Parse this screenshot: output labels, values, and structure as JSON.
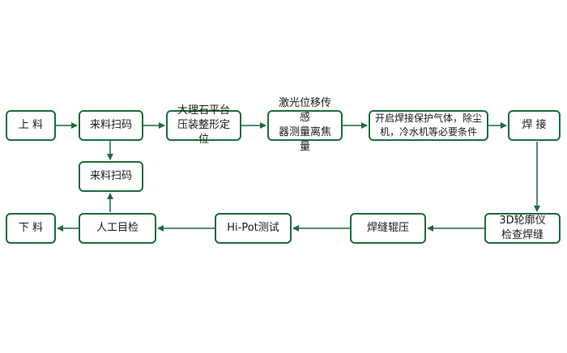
{
  "colors": {
    "border": "#1f6b3d",
    "arrow": "#1f6b3d",
    "text": "#1a1a1a",
    "background": "#ffffff"
  },
  "nodes": {
    "loading": "上 料",
    "scan_top": "来料扫码",
    "scan_mid": "来料扫码",
    "marble": "大理石平台\n压装整形定位",
    "laser": "激光位移传感\n器测量离焦量",
    "protect": "开启焊接保护气体，除尘\n机，冷水机等必要条件",
    "weld": "焊 接",
    "profile": "3D轮廓仪\n检查焊缝",
    "roll": "焊缝辊压",
    "hipot": "Hi-Pot测试",
    "visual": "人工目检",
    "unloading": "下 料"
  }
}
